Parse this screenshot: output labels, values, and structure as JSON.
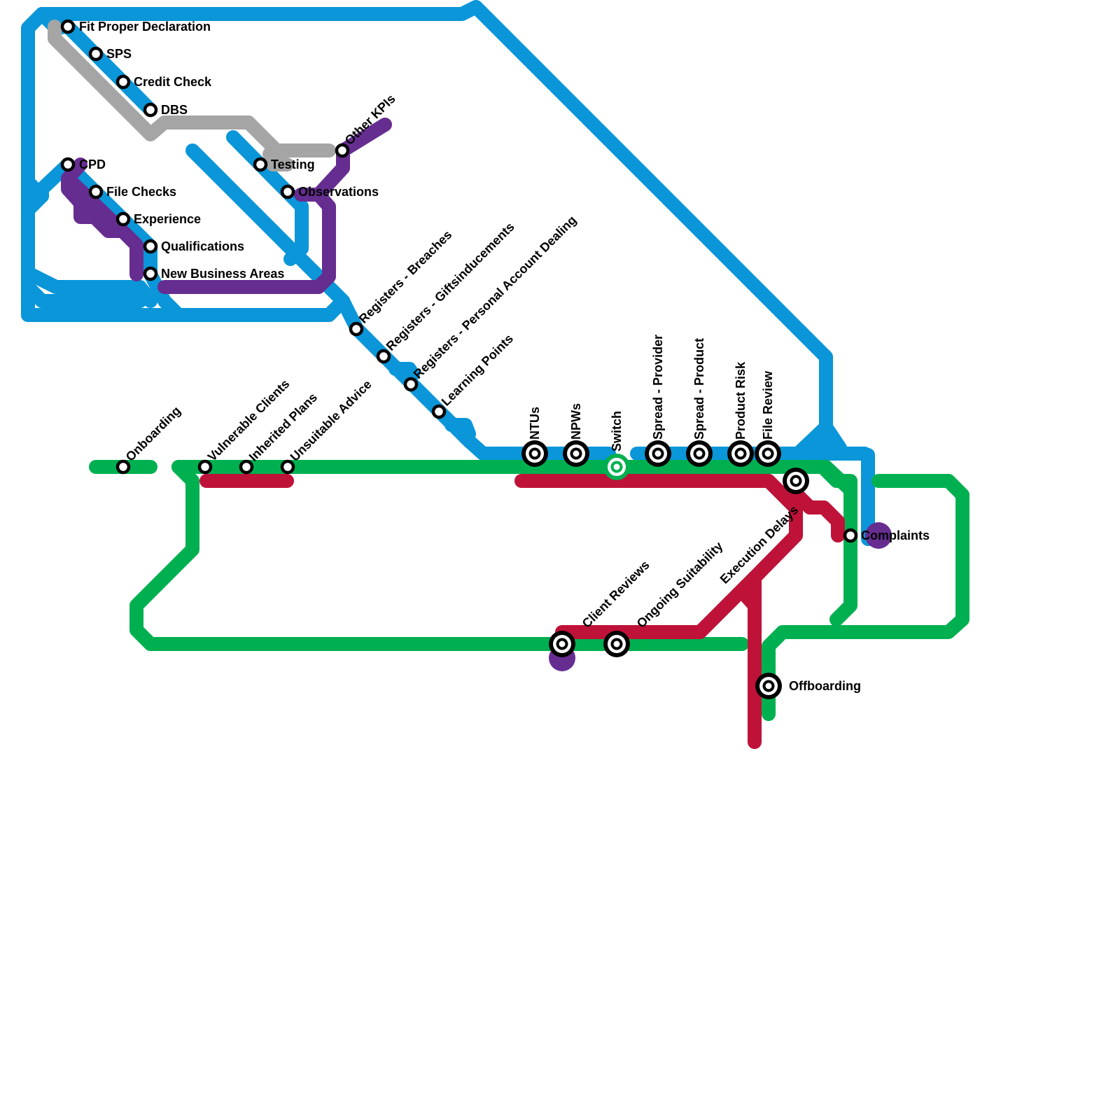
{
  "title": "Compliance Framework Tube Map",
  "colors": {
    "blue": "#0a96d8",
    "grey": "#a5a5a5",
    "purple": "#662d91",
    "green": "#00b050",
    "red": "#be1238",
    "station_stroke": "#000000",
    "background": "#ffffff"
  },
  "lines": [
    {
      "id": "blue",
      "color_key": "blue"
    },
    {
      "id": "grey",
      "color_key": "grey"
    },
    {
      "id": "purple",
      "color_key": "purple"
    },
    {
      "id": "green",
      "color_key": "green"
    },
    {
      "id": "red",
      "color_key": "red"
    }
  ],
  "stations": {
    "fit_proper": {
      "label": "Fit  Proper Declaration",
      "type": "stop"
    },
    "sps": {
      "label": "SPS",
      "type": "stop"
    },
    "credit_check": {
      "label": "Credit Check",
      "type": "stop"
    },
    "dbs": {
      "label": "DBS",
      "type": "stop"
    },
    "cpd": {
      "label": "CPD",
      "type": "stop"
    },
    "file_checks": {
      "label": "File Checks",
      "type": "stop"
    },
    "experience": {
      "label": "Experience",
      "type": "stop"
    },
    "qualifications": {
      "label": "Qualifications",
      "type": "stop"
    },
    "new_business_areas": {
      "label": "New Business Areas",
      "type": "stop"
    },
    "testing": {
      "label": "Testing",
      "type": "stop"
    },
    "observations": {
      "label": "Observations",
      "type": "stop"
    },
    "other_kpis": {
      "label": "Other KPIs",
      "type": "stop"
    },
    "reg_breaches": {
      "label": "Registers - Breaches",
      "type": "stop"
    },
    "reg_gifts": {
      "label": "Registers - Giftsinducements",
      "type": "stop"
    },
    "reg_pad": {
      "label": "Registers - Personal Account Dealing",
      "type": "stop"
    },
    "learning_points": {
      "label": "Learning Points",
      "type": "stop"
    },
    "onboarding": {
      "label": "Onboarding",
      "type": "stop"
    },
    "vulnerable_clients": {
      "label": "Vulnerable Clients",
      "type": "stop"
    },
    "inherited_plans": {
      "label": "Inherited Plans",
      "type": "stop"
    },
    "unsuitable_advice": {
      "label": "Unsuitable Advice",
      "type": "stop"
    },
    "ntus": {
      "label": "NTUs",
      "type": "interchange"
    },
    "npws": {
      "label": "NPWs",
      "type": "interchange"
    },
    "switch": {
      "label": "Switch",
      "type": "interchange-green"
    },
    "spread_provider": {
      "label": "Spread - Provider",
      "type": "interchange"
    },
    "spread_product": {
      "label": "Spread - Product",
      "type": "interchange"
    },
    "product_risk": {
      "label": "Product Risk",
      "type": "interchange"
    },
    "file_review": {
      "label": "File Review",
      "type": "interchange"
    },
    "execution_delays": {
      "label": "Execution Delays",
      "type": "interchange"
    },
    "complaints": {
      "label": "Complaints",
      "type": "stop"
    },
    "client_reviews": {
      "label": "Client Reviews",
      "type": "interchange"
    },
    "ongoing_suitability": {
      "label": "Ongoing Suitability",
      "type": "interchange"
    },
    "offboarding": {
      "label": "Offboarding",
      "type": "interchange"
    }
  }
}
